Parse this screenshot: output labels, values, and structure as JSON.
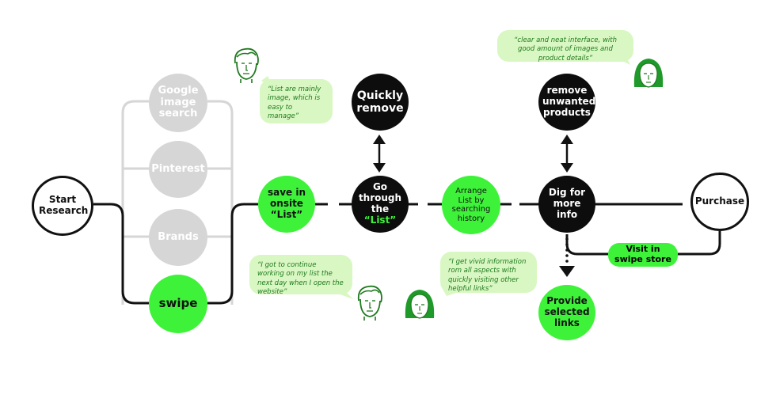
{
  "nodes": {
    "start": "Start Research",
    "google": "Google image search",
    "pinterest": "Pinterest",
    "brands": "Brands",
    "swipe": "swipe",
    "save": "save in onsite “List”",
    "goThroughA": "Go through",
    "goThroughB": "the",
    "goThroughList": "“List”",
    "quickly": "Quickly remove",
    "arrange": "Arrange List by searching history",
    "dig": "Dig for more info",
    "removeUnwanted": "remove unwanted products",
    "provide": "Provide selected links",
    "purchase": "Purchase",
    "visit": "Visit in swipe store"
  },
  "quotes": {
    "q1": "“List are mainly image, which is easy to manage”",
    "q2": "“I got to continue working on my list the next day when I open the website”",
    "q3": "“I get vivid information rom all aspects with quickly visiting other helpful links”",
    "q4": "“clear and neat interface, with good amount of images and product details”"
  },
  "colors": {
    "accent": "#3ef23a",
    "dark": "#0d0d0d",
    "muted": "#d6d6d6",
    "bubble": "#d9f7c2",
    "quoteText": "#1f7a1f"
  },
  "icons": [
    "male-user-face-icon",
    "female-user-face-icon",
    "double-arrow-icon",
    "dotted-arrow-icon"
  ]
}
